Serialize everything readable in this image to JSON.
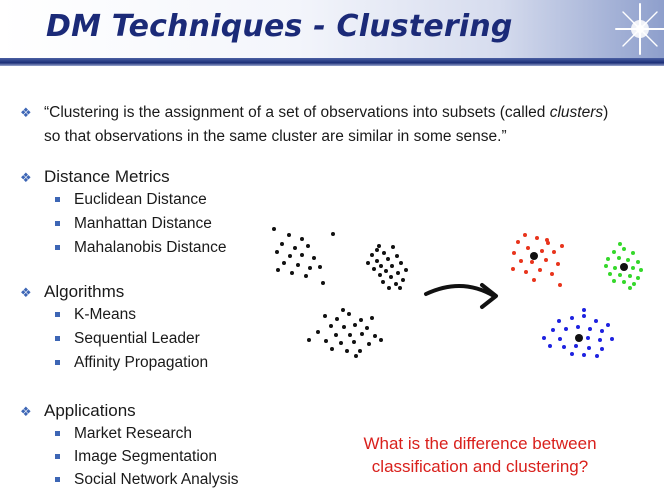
{
  "slide": {
    "title": "DM Techniques - Clustering",
    "quote": {
      "line1_pre": "“Clustering is the assignment of a set of observations into subsets (called ",
      "line1_em": "clusters",
      "line1_post": ")",
      "line2": "so that observations in the same cluster are similar in some sense.”"
    },
    "sections": [
      {
        "heading": "Distance Metrics",
        "items": [
          "Euclidean Distance",
          "Manhattan Distance",
          "Mahalanobis Distance"
        ]
      },
      {
        "heading": "Algorithms",
        "items": [
          "K-Means",
          "Sequential Leader",
          "Affinity Propagation"
        ]
      },
      {
        "heading": "Applications",
        "items": [
          "Market Research",
          "Image Segmentation",
          "Social Network Analysis"
        ]
      }
    ],
    "question": "What is the difference between classification and clustering?"
  },
  "icons": {
    "bullet_main": "diamond-cluster-icon",
    "bullet_sub": "square-bullet-icon",
    "decor": "sparkle-icon",
    "arrow": "curved-arrow-icon"
  },
  "colors": {
    "title": "#1b2a78",
    "bullet": "#3d66b5",
    "question": "#d9201c",
    "cluster_red": "#e8341c",
    "cluster_green": "#35d82b",
    "cluster_blue": "#1e22e0"
  }
}
